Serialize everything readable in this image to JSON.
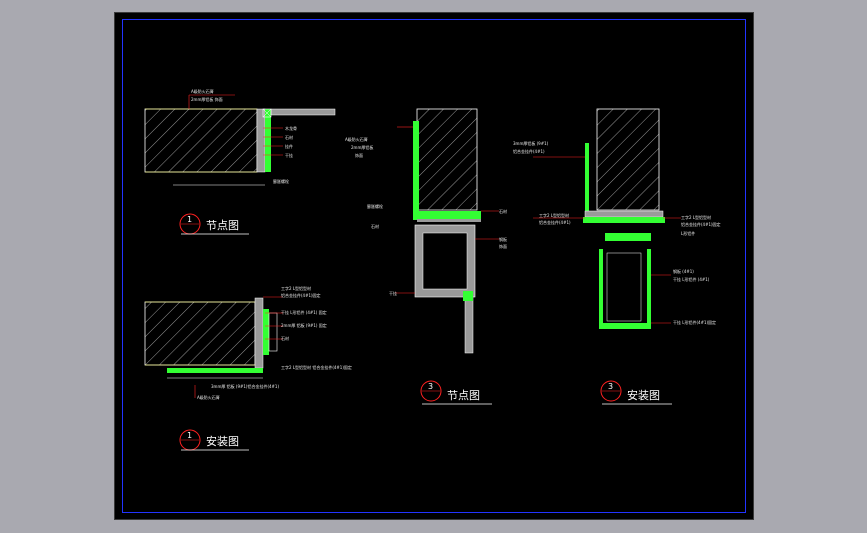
{
  "drawing": {
    "labels": [
      {
        "id": "d1-node",
        "num": "1",
        "title": "节点图"
      },
      {
        "id": "d1-install",
        "num": "1",
        "title": "安装图"
      },
      {
        "id": "d3-node",
        "num": "3",
        "title": "节点图"
      },
      {
        "id": "d3-install",
        "num": "3",
        "title": "安装图"
      }
    ],
    "colors": {
      "paper": "#000000",
      "frame": "#2233ff",
      "wall": "#ffffff",
      "leader": "#ff2020",
      "profile": "#33ff33",
      "steel": "#9a9a9a"
    }
  }
}
